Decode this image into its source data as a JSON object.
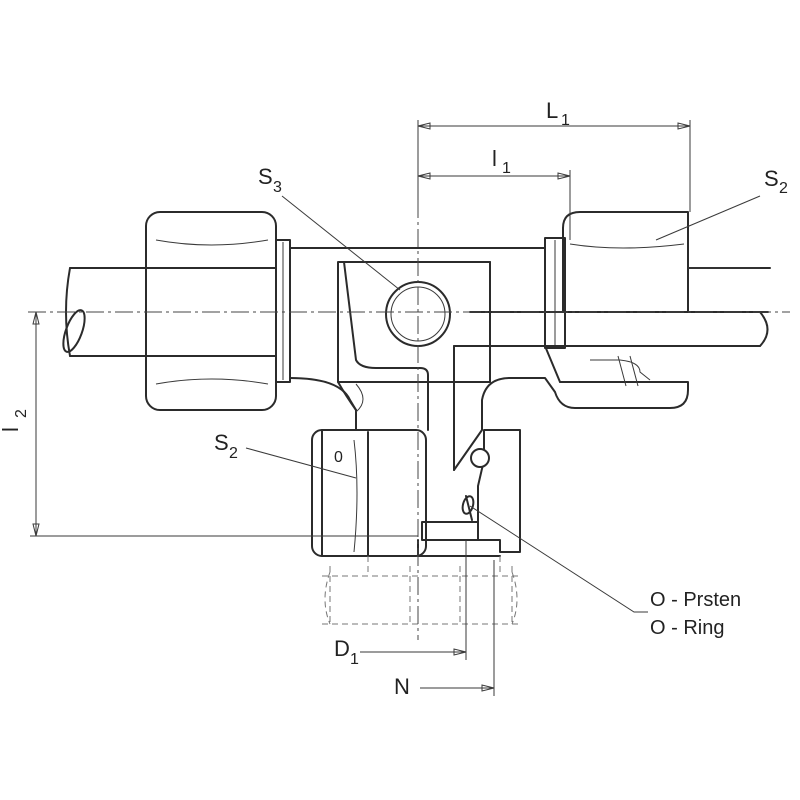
{
  "labels": {
    "L1": {
      "main": "L",
      "sub": "1"
    },
    "l1": {
      "main": "l",
      "sub": "1"
    },
    "S3": {
      "main": "S",
      "sub": "3"
    },
    "S2_right": {
      "main": "S",
      "sub": "2"
    },
    "S2_left": {
      "main": "S",
      "sub": "2"
    },
    "l2": {
      "main": "l",
      "sub": "2"
    },
    "D1": {
      "main": "D",
      "sub": "1"
    },
    "N": "N",
    "o_ring_cz": "O - Prsten",
    "o_ring_en": "O - Ring",
    "nut_mark": "0"
  }
}
